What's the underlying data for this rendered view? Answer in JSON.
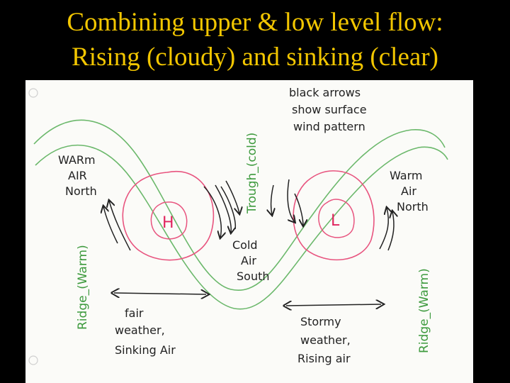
{
  "title": {
    "line1": "Combining upper & low level flow:",
    "line2": "Rising (cloudy) and sinking (clear)"
  },
  "diagram": {
    "high_label": "H",
    "low_label": "L",
    "legend_note": [
      "black arrows",
      "show surface",
      "wind pattern"
    ],
    "trough_label": "Trough_(cold)",
    "ridge_left_label": "Ridge_(Warm)",
    "ridge_right_label": "Ridge_(Warm)",
    "warm_air_left": [
      "WARm",
      "AIR",
      "North"
    ],
    "warm_air_right": [
      "Warm",
      "Air",
      "North"
    ],
    "cold_air": [
      "Cold",
      "Air",
      "South"
    ],
    "fair_weather": [
      "fair",
      "weather,",
      "Sinking Air"
    ],
    "stormy_weather": [
      "Stormy",
      "weather,",
      "Rising air"
    ],
    "colors": {
      "title": "#f2c600",
      "upper_flow": "#3d9a3d",
      "pressure_centers": "#e0245e",
      "surface_arrows": "#222222"
    }
  }
}
